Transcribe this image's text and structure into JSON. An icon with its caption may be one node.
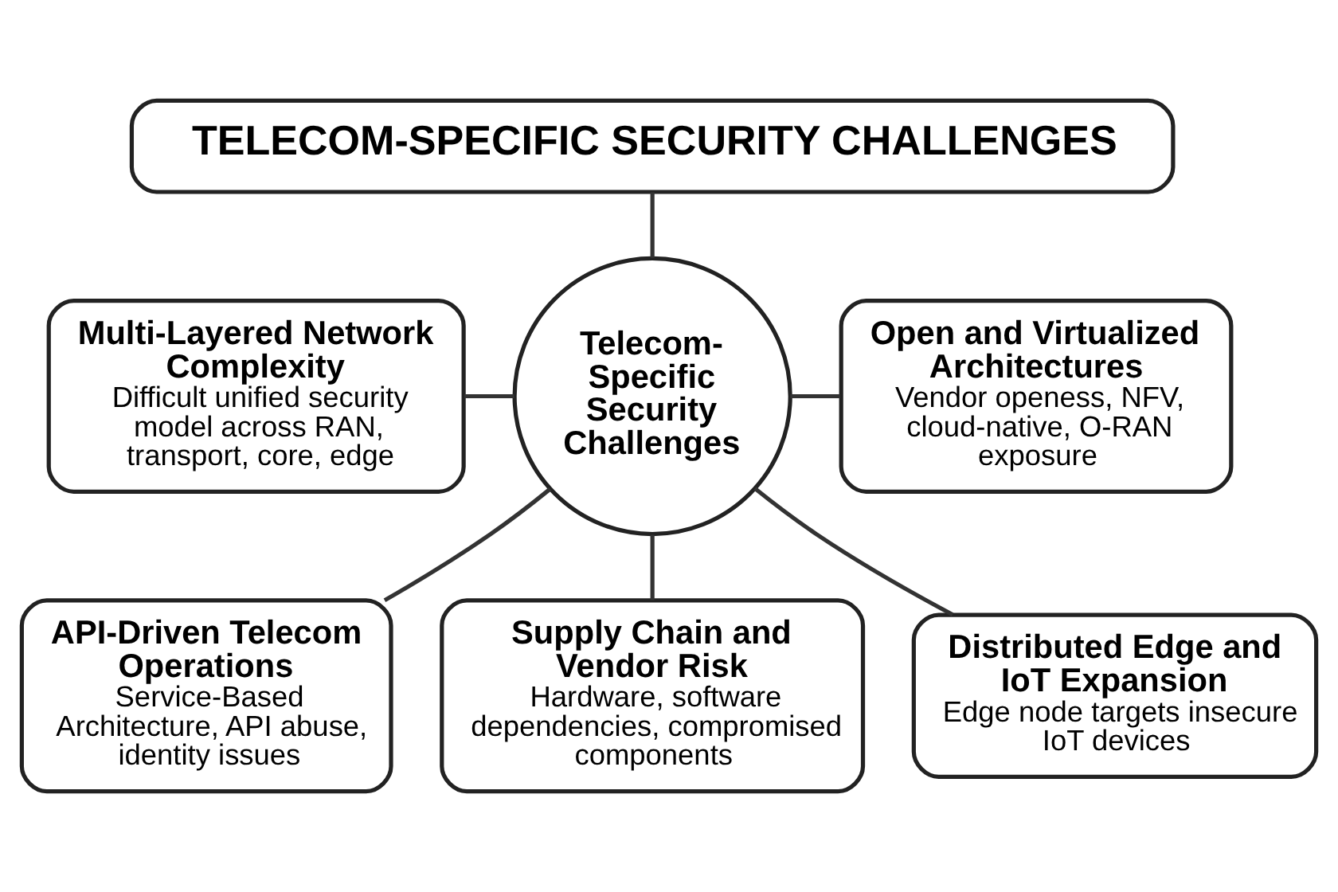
{
  "diagram": {
    "nodes": [
      {
        "text": [
          "TELECOM-SPECIFIC SECURITY CHALLENGES"
        ]
      },
      {
        "text": [
          "Multi-Layered Network Complexity",
          "Difficult unified security model across RAN, transport, core, edge"
        ]
      },
      {
        "text": [
          "Open and Virtualized Architectures",
          "Vendor openess, NFV, cloud-native, O-RAN exposure"
        ]
      },
      {
        "text": [
          "Telecom-Specific Security Challenges"
        ]
      },
      {
        "text": [
          "API-Driven Telecom Operations",
          "Service-Based Architecture, API abuse, identity issues"
        ]
      },
      {
        "text": [
          "Supply Chain and Vendor Risk",
          "Hardware, software dependencies, compromised components"
        ]
      },
      {
        "text": [
          "Distributed Edge and IoT Expansion",
          "Edge node targets insecure IoT devices"
        ]
      }
    ],
    "edges": [
      {
        "from": 0,
        "to": 3,
        "arrow": "none"
      },
      {
        "from": 1,
        "to": 3,
        "arrow": "none"
      },
      {
        "from": 3,
        "to": 2,
        "arrow": "none"
      },
      {
        "from": 3,
        "to": 4,
        "arrow": "none"
      },
      {
        "from": 3,
        "to": 6,
        "arrow": "none"
      },
      {
        "from": 3,
        "to": 5,
        "arrow": "none"
      }
    ]
  }
}
